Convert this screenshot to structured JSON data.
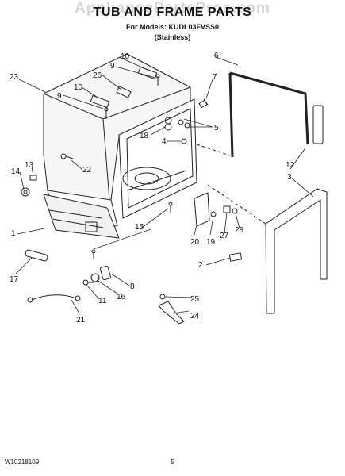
{
  "header": {
    "watermark": "AppliancePartsPros.com",
    "title": "TUB AND FRAME PARTS",
    "models": "For Models: KUDL03FVSS0",
    "variant": "(Stainless)"
  },
  "callouts": [
    "1",
    "2",
    "3",
    "4",
    "5",
    "6",
    "7",
    "8",
    "9",
    "9",
    "10",
    "10",
    "11",
    "12",
    "13",
    "14",
    "15",
    "16",
    "17",
    "18",
    "19",
    "20",
    "21",
    "22",
    "23",
    "24",
    "25",
    "26",
    "27",
    "28"
  ],
  "footer": {
    "doc_number": "W10218109",
    "page_number": "5"
  }
}
